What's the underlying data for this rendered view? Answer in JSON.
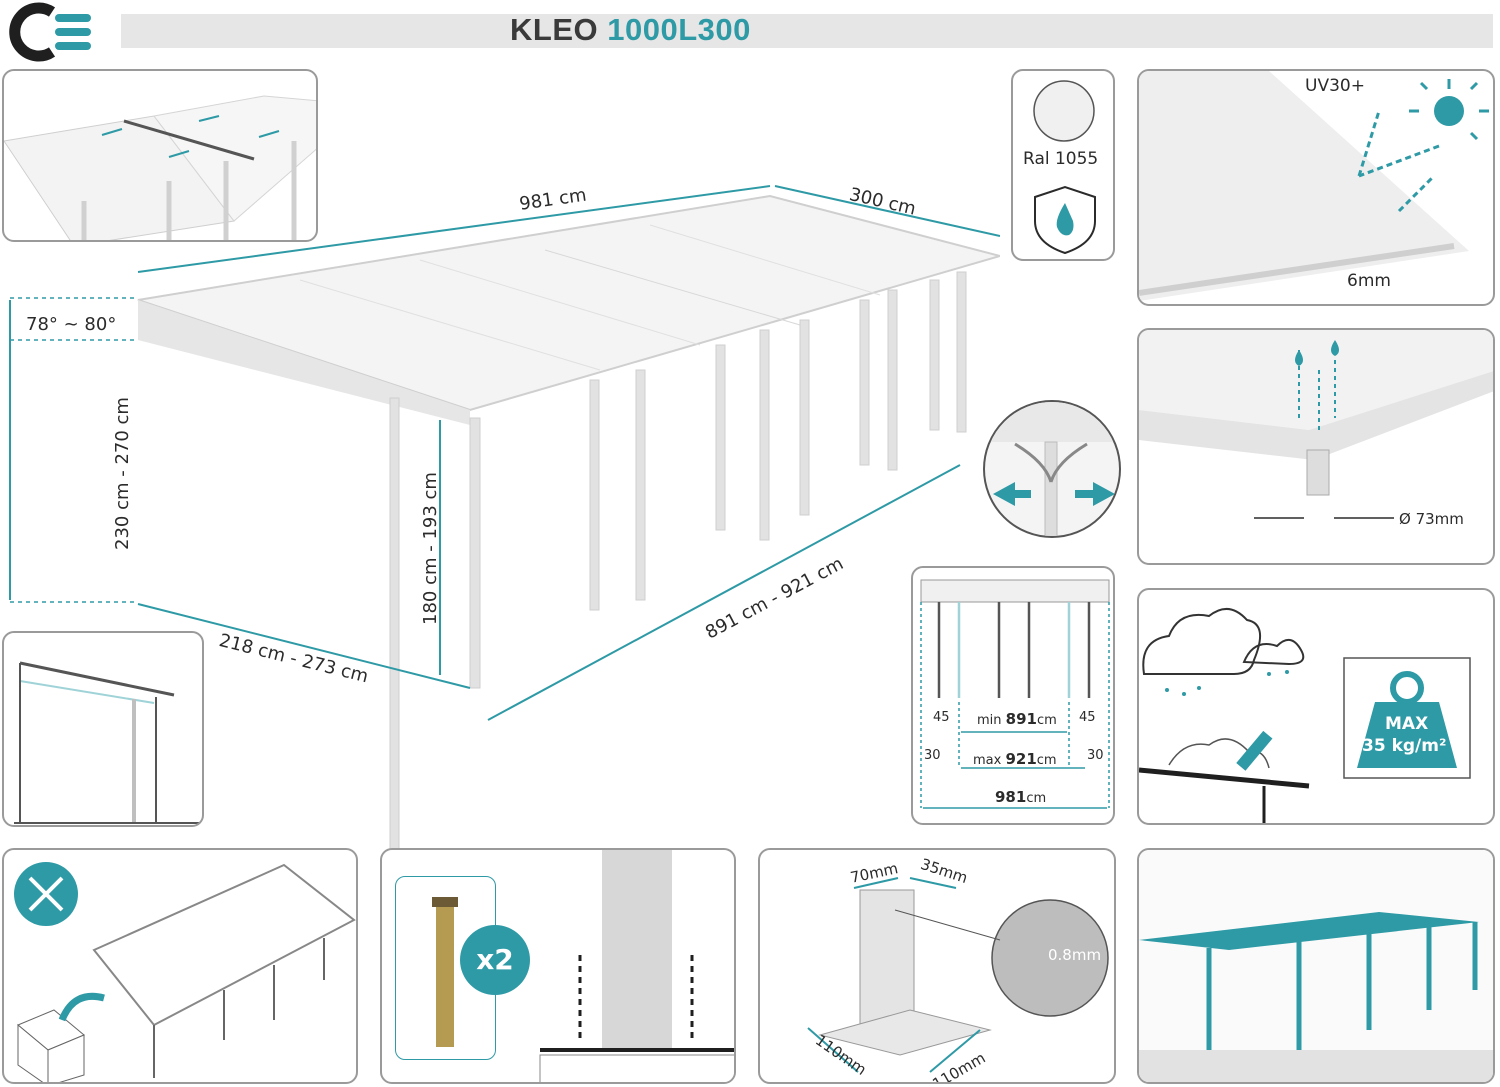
{
  "brand": {
    "logo_text": "CE"
  },
  "header": {
    "name": "KLEO",
    "model": "1000L300"
  },
  "colors": {
    "accent": "#2e9aa6",
    "text": "#2b2b2b",
    "bar": "#e6e6e6",
    "frame": "#9a9a9a"
  },
  "main": {
    "dim_length": "981 cm",
    "dim_width": "300 cm",
    "dim_angle": "78° ~ 80°",
    "dim_total_height": "230 cm - 270 cm",
    "dim_depth": "218 cm - 273 cm",
    "dim_front_height": "180 cm - 193 cm",
    "dim_post_span": "891 cm - 921 cm"
  },
  "ral": {
    "label": "Ral 1055"
  },
  "uv": {
    "label": "UV30+",
    "thickness": "6mm"
  },
  "drain": {
    "diameter": "Ø 73mm"
  },
  "plan": {
    "end_left": "45",
    "min_label": "min",
    "min_value": "891",
    "min_unit": "cm",
    "end_right": "45",
    "side_left": "30",
    "max_label": "max",
    "max_value": "921",
    "max_unit": "cm",
    "side_right": "30",
    "total_value": "981",
    "total_unit": "cm"
  },
  "load": {
    "line1": "MAX",
    "line2": "35 kg/m²"
  },
  "anchor": {
    "qty": "x2"
  },
  "post": {
    "width": "70mm",
    "depth": "35mm",
    "wall": "0.8mm",
    "base_a": "110mm",
    "base_b": "110mm"
  },
  "icons": [
    "tools-icon",
    "drop-shield-icon",
    "sun-icon",
    "weight-icon",
    "cloud-icon",
    "arrow-left-icon",
    "arrow-right-icon",
    "box-icon"
  ]
}
